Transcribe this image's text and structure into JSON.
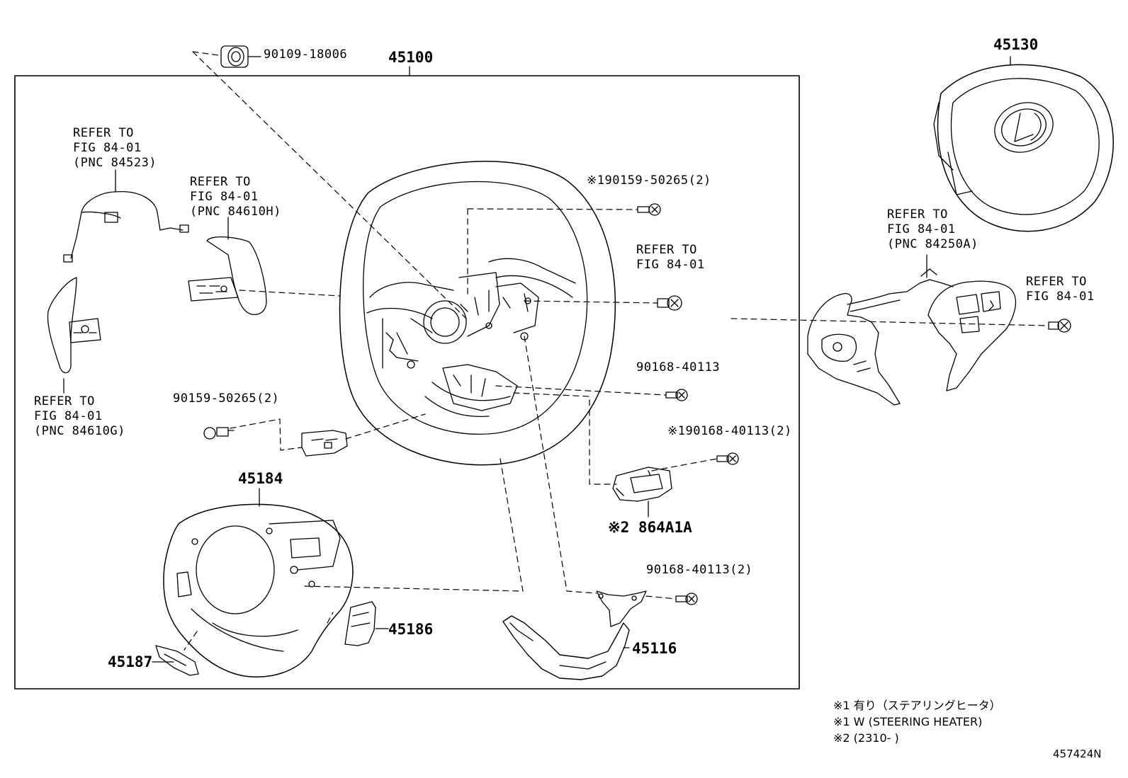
{
  "parts": {
    "assembly_no": "45100",
    "airbag_no": "45130",
    "cover_no": "45184",
    "cover_small_no": "45186",
    "cover_trim_no": "45187",
    "lower_cover_no": "45116",
    "switch_no": "※2 864A1A",
    "nut_top": "90109-18006",
    "screw_a": "※190159-50265(2)",
    "screw_b": "90168-40113",
    "screw_c": "90159-50265(2)",
    "screw_d": "※190168-40113(2)",
    "screw_e": "90168-40113(2)"
  },
  "refs": {
    "harness": [
      "REFER TO",
      "FIG 84-01",
      "(PNC 84523)"
    ],
    "paddle_right": [
      "REFER TO",
      "FIG 84-01",
      "(PNC 84610H)"
    ],
    "paddle_left": [
      "REFER TO",
      "FIG 84-01",
      "(PNC 84610G)"
    ],
    "center_bolt": [
      "REFER TO",
      "FIG 84-01"
    ],
    "switch_assy": [
      "REFER TO",
      "FIG 84-01",
      "(PNC 84250A)"
    ],
    "right_screw": [
      "REFER TO",
      "FIG 84-01"
    ]
  },
  "notes": [
    "※1 有り（ステアリングヒータ）",
    "※1 W (STEERING HEATER)",
    "※2 (2310-      )"
  ],
  "figure_id": "457424N"
}
